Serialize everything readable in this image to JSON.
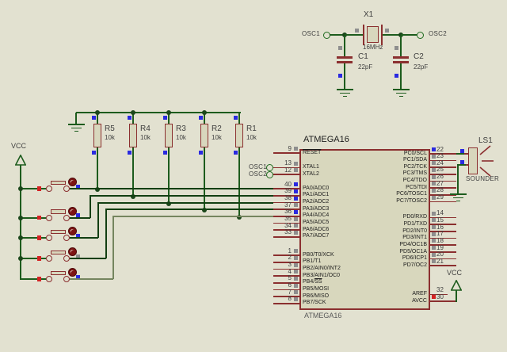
{
  "colors": {
    "background": "#e2e1d0",
    "wire": "#1d5c1d",
    "wire_dark": "#123f12",
    "wire_alt": "#75855f",
    "component": "#8b2f2f",
    "fill": "#d8d7bd",
    "junction": "#1b471b",
    "terminal": "#1d6a1d",
    "marker_blue": "#2a2ae0",
    "marker_red": "#d42222",
    "marker_gray": "#8e8e8e",
    "actuator": "#7d1414"
  },
  "oscillator": {
    "osc1_label": "OSC1",
    "osc2_label": "OSC2",
    "crystal_ref": "X1",
    "crystal_value": "16MHz",
    "c1_ref": "C1",
    "c1_value": "22pF",
    "c2_ref": "C2",
    "c2_value": "22pF"
  },
  "power": {
    "vcc_left_label": "VCC",
    "vcc_right_label": "VCC"
  },
  "pullups": [
    {
      "ref": "R5",
      "value": "10k"
    },
    {
      "ref": "R4",
      "value": "10k"
    },
    {
      "ref": "R3",
      "value": "10k"
    },
    {
      "ref": "R2",
      "value": "10k"
    },
    {
      "ref": "R1",
      "value": "10k"
    }
  ],
  "buttons": [
    {
      "id": "button-1",
      "marker": "blue"
    },
    {
      "id": "button-2",
      "marker": "blue"
    },
    {
      "id": "button-3",
      "marker": "blue"
    },
    {
      "id": "button-4",
      "marker": "gray"
    },
    {
      "id": "button-5",
      "marker": "blue"
    }
  ],
  "mcu": {
    "title": "ATMEGA16",
    "value_label": "ATMEGA16",
    "osc1_terminal": "OSC1",
    "osc2_terminal": "OSC2",
    "left_pins": [
      {
        "num": "9",
        "pre": "",
        "over": "RESET",
        "marker": "gray",
        "group": "reset"
      },
      {
        "num": "13",
        "pre": "XTAL1",
        "over": "",
        "marker": "gray",
        "group": "xtal"
      },
      {
        "num": "12",
        "pre": "XTAL2",
        "over": "",
        "marker": "gray",
        "group": "xtal"
      },
      {
        "num": "40",
        "pre": "PA0/ADC0",
        "over": "",
        "marker": "blue",
        "group": "pa"
      },
      {
        "num": "39",
        "pre": "PA1/ADC1",
        "over": "",
        "marker": "blue",
        "group": "pa"
      },
      {
        "num": "38",
        "pre": "PA2/ADC2",
        "over": "",
        "marker": "blue",
        "group": "pa"
      },
      {
        "num": "37",
        "pre": "PA3/ADC3",
        "over": "",
        "marker": "gray",
        "group": "pa"
      },
      {
        "num": "36",
        "pre": "PA4/ADC4",
        "over": "",
        "marker": "blue",
        "group": "pa"
      },
      {
        "num": "35",
        "pre": "PA5/ADC5",
        "over": "",
        "marker": "gray",
        "group": "pa"
      },
      {
        "num": "34",
        "pre": "PA6/ADC6",
        "over": "",
        "marker": "gray",
        "group": "pa"
      },
      {
        "num": "33",
        "pre": "PA7/ADC7",
        "over": "",
        "marker": "gray",
        "group": "pa"
      },
      {
        "num": "1",
        "pre": "PB0/T0/XCK",
        "over": "",
        "marker": "gray",
        "group": "pb"
      },
      {
        "num": "2",
        "pre": "PB1/T1",
        "over": "",
        "marker": "gray",
        "group": "pb"
      },
      {
        "num": "3",
        "pre": "PB2/AIN0/INT2",
        "over": "",
        "marker": "gray",
        "group": "pb"
      },
      {
        "num": "4",
        "pre": "PB3/AIN1/OC0",
        "over": "",
        "marker": "gray",
        "group": "pb"
      },
      {
        "num": "5",
        "pre": "PB4/",
        "over": "SS",
        "marker": "gray",
        "group": "pb"
      },
      {
        "num": "6",
        "pre": "PB5/MOSI",
        "over": "",
        "marker": "gray",
        "group": "pb"
      },
      {
        "num": "7",
        "pre": "PB6/MISO",
        "over": "",
        "marker": "gray",
        "group": "pb"
      },
      {
        "num": "8",
        "pre": "PB7/SCK",
        "over": "",
        "marker": "gray",
        "group": "pb"
      }
    ],
    "right_pins": [
      {
        "num": "22",
        "label": "PC0/SCL",
        "marker": "blue",
        "group": "pc"
      },
      {
        "num": "23",
        "label": "PC1/SDA",
        "marker": "gray",
        "group": "pc"
      },
      {
        "num": "24",
        "label": "PC2/TCK",
        "marker": "gray",
        "group": "pc"
      },
      {
        "num": "25",
        "label": "PC3/TMS",
        "marker": "gray",
        "group": "pc"
      },
      {
        "num": "26",
        "label": "PC4/TDO",
        "marker": "gray",
        "group": "pc"
      },
      {
        "num": "27",
        "label": "PC5/TDI",
        "marker": "gray",
        "group": "pc"
      },
      {
        "num": "28",
        "label": "PC6/TOSC1",
        "marker": "gray",
        "group": "pc"
      },
      {
        "num": "29",
        "label": "PC7/TOSC2",
        "marker": "gray",
        "group": "pc"
      },
      {
        "num": "14",
        "label": "PD0/RXD",
        "marker": "gray",
        "group": "pd"
      },
      {
        "num": "15",
        "label": "PD1/TXD",
        "marker": "gray",
        "group": "pd"
      },
      {
        "num": "16",
        "label": "PD2/INT0",
        "marker": "gray",
        "group": "pd"
      },
      {
        "num": "17",
        "label": "PD3/INT1",
        "marker": "gray",
        "group": "pd"
      },
      {
        "num": "18",
        "label": "PD4/OC1B",
        "marker": "gray",
        "group": "pd"
      },
      {
        "num": "19",
        "label": "PD5/OC1A",
        "marker": "gray",
        "group": "pd"
      },
      {
        "num": "20",
        "label": "PD6/ICP1",
        "marker": "gray",
        "group": "pd"
      },
      {
        "num": "21",
        "label": "PD7/OC2",
        "marker": "gray",
        "group": "pd"
      },
      {
        "num": "32",
        "label": "AREF",
        "marker": "",
        "group": "misc"
      },
      {
        "num": "30",
        "label": "AVCC",
        "marker": "red",
        "group": "misc"
      }
    ]
  },
  "sounder": {
    "ref": "LS1",
    "value": "SOUNDER"
  }
}
